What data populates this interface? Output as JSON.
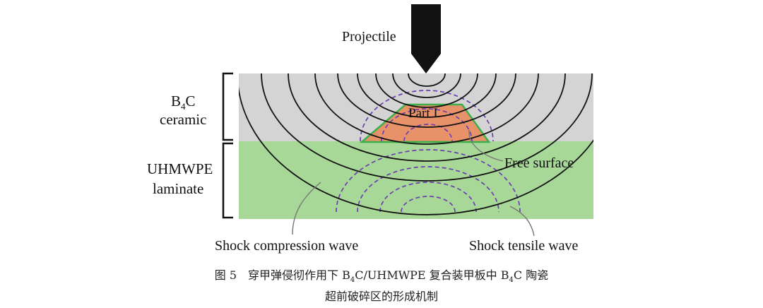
{
  "diagram": {
    "projectile_label": "Projectile",
    "ceramic_label_line1_main": "B",
    "ceramic_label_line1_sub": "4",
    "ceramic_label_line1_tail": "C",
    "ceramic_label_line2": "ceramic",
    "laminate_label_line1": "UHMWPE",
    "laminate_label_line2": "laminate",
    "part_label": "Part I",
    "free_surface_label": "Free surface",
    "compression_wave_label": "Shock compression wave",
    "tensile_wave_label": "Shock tensile wave",
    "colors": {
      "ceramic": "#d4d4d4",
      "laminate": "#a8d898",
      "part_fill": "#e8926a",
      "part_outline": "#3cb04a",
      "compression_wave": "#111111",
      "tensile_wave": "#6a3fb0"
    }
  },
  "caption": {
    "line1_prefix": "图 5　穿甲弹侵彻作用下 B",
    "line1_sub1": "4",
    "line1_mid": "C/UHMWPE 复合装甲板中 B",
    "line1_sub2": "4",
    "line1_suffix": "C 陶瓷",
    "line2": "超前破碎区的形成机制"
  }
}
